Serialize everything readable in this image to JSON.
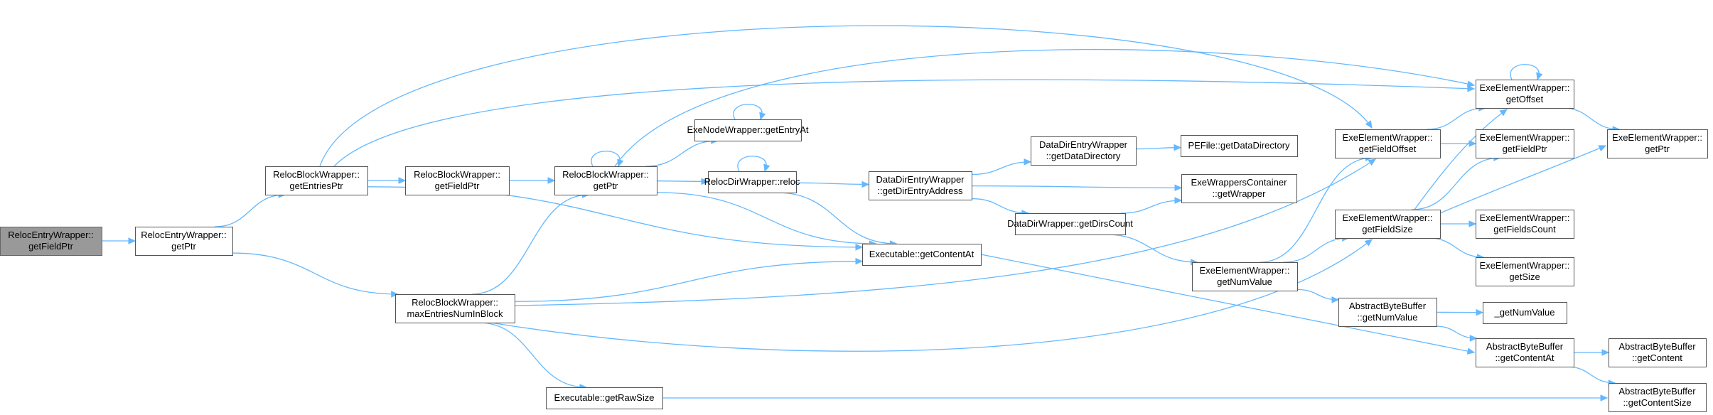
{
  "graph": {
    "nodes": [
      {
        "id": "n0",
        "lines": [
          "RelocEntryWrapper::",
          "getFieldPtr"
        ],
        "root": true
      },
      {
        "id": "n1",
        "lines": [
          "RelocEntryWrapper::",
          "getPtr"
        ]
      },
      {
        "id": "n2",
        "lines": [
          "RelocBlockWrapper::",
          "getEntriesPtr"
        ]
      },
      {
        "id": "n3",
        "lines": [
          "RelocBlockWrapper::",
          "maxEntriesNumInBlock"
        ]
      },
      {
        "id": "n4",
        "lines": [
          "RelocBlockWrapper::",
          "getFieldPtr"
        ]
      },
      {
        "id": "n5",
        "lines": [
          "RelocBlockWrapper::",
          "getPtr"
        ]
      },
      {
        "id": "n6",
        "lines": [
          "ExeNodeWrapper::getEntryAt"
        ]
      },
      {
        "id": "n7",
        "lines": [
          "RelocDirWrapper::reloc"
        ]
      },
      {
        "id": "n8",
        "lines": [
          "Executable::getContentAt"
        ]
      },
      {
        "id": "n9",
        "lines": [
          "Executable::getRawSize"
        ]
      },
      {
        "id": "n10",
        "lines": [
          "DataDirEntryWrapper",
          "::getDataDirectory"
        ]
      },
      {
        "id": "n11",
        "lines": [
          "DataDirEntryWrapper",
          "::getDirEntryAddress"
        ]
      },
      {
        "id": "n12",
        "lines": [
          "PEFile::getDataDirectory"
        ]
      },
      {
        "id": "n13",
        "lines": [
          "ExeWrappersContainer",
          "::getWrapper"
        ]
      },
      {
        "id": "n14",
        "lines": [
          "DataDirWrapper::getDirsCount"
        ]
      },
      {
        "id": "n15",
        "lines": [
          "ExeElementWrapper::",
          "getNumValue"
        ]
      },
      {
        "id": "n16",
        "lines": [
          "ExeElementWrapper::",
          "getFieldOffset"
        ]
      },
      {
        "id": "n17",
        "lines": [
          "ExeElementWrapper::",
          "getFieldSize"
        ]
      },
      {
        "id": "n18",
        "lines": [
          "AbstractByteBuffer",
          "::getNumValue"
        ]
      },
      {
        "id": "n19",
        "lines": [
          "ExeElementWrapper::",
          "getOffset"
        ]
      },
      {
        "id": "n20",
        "lines": [
          "ExeElementWrapper::",
          "getFieldPtr"
        ]
      },
      {
        "id": "n21",
        "lines": [
          "ExeElementWrapper::",
          "getFieldsCount"
        ]
      },
      {
        "id": "n22",
        "lines": [
          "ExeElementWrapper::",
          "getSize"
        ]
      },
      {
        "id": "n23",
        "lines": [
          "_getNumValue"
        ]
      },
      {
        "id": "n24",
        "lines": [
          "AbstractByteBuffer",
          "::getContentAt"
        ]
      },
      {
        "id": "n25",
        "lines": [
          "ExeElementWrapper::",
          "getPtr"
        ]
      },
      {
        "id": "n26",
        "lines": [
          "AbstractByteBuffer",
          "::getContent"
        ]
      },
      {
        "id": "n27",
        "lines": [
          "AbstractByteBuffer",
          "::getContentSize"
        ]
      }
    ],
    "edges": [
      [
        "n0",
        "n1"
      ],
      [
        "n1",
        "n2"
      ],
      [
        "n1",
        "n3"
      ],
      [
        "n2",
        "n4"
      ],
      [
        "n2",
        "n8"
      ],
      [
        "n2",
        "n16"
      ],
      [
        "n2",
        "n19"
      ],
      [
        "n4",
        "n5"
      ],
      [
        "n5",
        "n5"
      ],
      [
        "n5",
        "n6"
      ],
      [
        "n5",
        "n7"
      ],
      [
        "n5",
        "n8"
      ],
      [
        "n5",
        "n19"
      ],
      [
        "n6",
        "n6"
      ],
      [
        "n7",
        "n7"
      ],
      [
        "n7",
        "n8"
      ],
      [
        "n7",
        "n11"
      ],
      [
        "n3",
        "n5"
      ],
      [
        "n3",
        "n8"
      ],
      [
        "n3",
        "n9"
      ],
      [
        "n3",
        "n16"
      ],
      [
        "n3",
        "n17"
      ],
      [
        "n8",
        "n24"
      ],
      [
        "n9",
        "n27"
      ],
      [
        "n11",
        "n10"
      ],
      [
        "n11",
        "n13"
      ],
      [
        "n11",
        "n14"
      ],
      [
        "n10",
        "n12"
      ],
      [
        "n14",
        "n13"
      ],
      [
        "n14",
        "n15"
      ],
      [
        "n15",
        "n17"
      ],
      [
        "n15",
        "n16"
      ],
      [
        "n15",
        "n18"
      ],
      [
        "n16",
        "n19"
      ],
      [
        "n16",
        "n20"
      ],
      [
        "n17",
        "n20"
      ],
      [
        "n17",
        "n21"
      ],
      [
        "n17",
        "n22"
      ],
      [
        "n17",
        "n25"
      ],
      [
        "n17",
        "n19"
      ],
      [
        "n19",
        "n19"
      ],
      [
        "n19",
        "n25"
      ],
      [
        "n18",
        "n23"
      ],
      [
        "n18",
        "n24"
      ],
      [
        "n24",
        "n26"
      ],
      [
        "n24",
        "n27"
      ]
    ]
  }
}
